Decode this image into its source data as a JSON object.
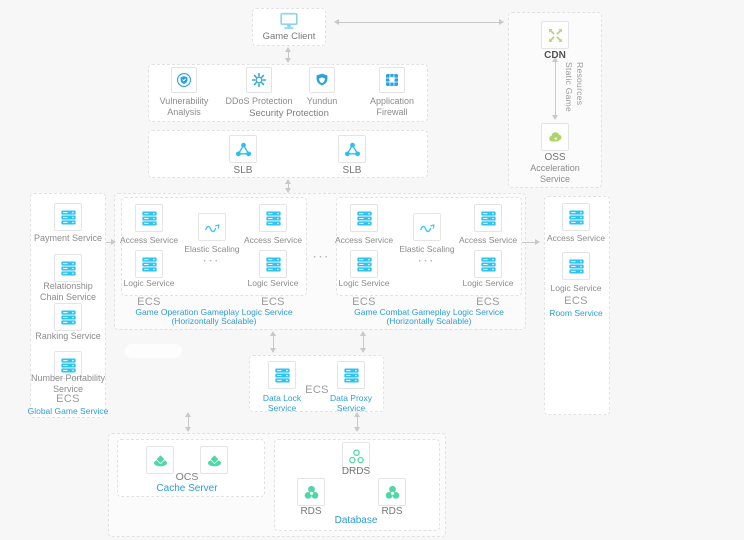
{
  "colors": {
    "icon_blue": "#2fc3f2",
    "security_blue": "#2aa3dd",
    "green": "#aed469",
    "mint": "#4fd7a6",
    "link_blue": "#2e9cd6",
    "label_gray": "#8c8c8c",
    "arrow_gray": "#c9c9c9"
  },
  "game_client": {
    "label": "Game Client"
  },
  "security": {
    "title": "Security Protection",
    "items": [
      {
        "label": "Vulnerability Analysis"
      },
      {
        "label": "DDoS Protection"
      },
      {
        "label": "Yundun"
      },
      {
        "label": "Application Firewall"
      }
    ]
  },
  "slb": {
    "left": "SLB",
    "right": "SLB"
  },
  "acceleration": {
    "cdn": "CDN",
    "flow_label": "Static Game Resources",
    "oss": "OSS",
    "title": "Acceleration Service"
  },
  "global_game": {
    "services": [
      {
        "label": "Payment Service"
      },
      {
        "label": "Relationship Chain Service"
      },
      {
        "label": "Ranking Service"
      },
      {
        "label": "Number Portability Service"
      }
    ],
    "ecs": "ECS",
    "title": "Global Game Service"
  },
  "operation": {
    "access_left": "Access Service",
    "access_right": "Access Service",
    "elastic": "Elastic Scaling",
    "dots": "···",
    "logic_left": "Logic Service",
    "logic_right": "Logic Service",
    "ecs_left": "ECS",
    "ecs_right": "ECS",
    "caption": "Game Operation Gameplay Logic Service",
    "caption_sub": "(Horizontally Scalable)"
  },
  "combat": {
    "access_left": "Access Service",
    "access_right": "Access Service",
    "elastic": "Elastic Scaling",
    "dots": "···",
    "logic_left": "Logic Service",
    "logic_right": "Logic Service",
    "ecs_left": "ECS",
    "ecs_right": "ECS",
    "caption": "Game Combat Gameplay Logic Service",
    "caption_sub": "(Horizontally Scalable)"
  },
  "separator_dots": "···",
  "room": {
    "access": "Access Service",
    "logic": "Logic Service",
    "ecs": "ECS",
    "title": "Room Service"
  },
  "data_layer": {
    "ecs": "ECS",
    "lock": "Data Lock Service",
    "proxy": "Data Proxy Service"
  },
  "cache": {
    "ocs": "OCS",
    "title": "Cache Server"
  },
  "database": {
    "drds": "DRDS",
    "rds_left": "RDS",
    "rds_right": "RDS",
    "title": "Database"
  }
}
